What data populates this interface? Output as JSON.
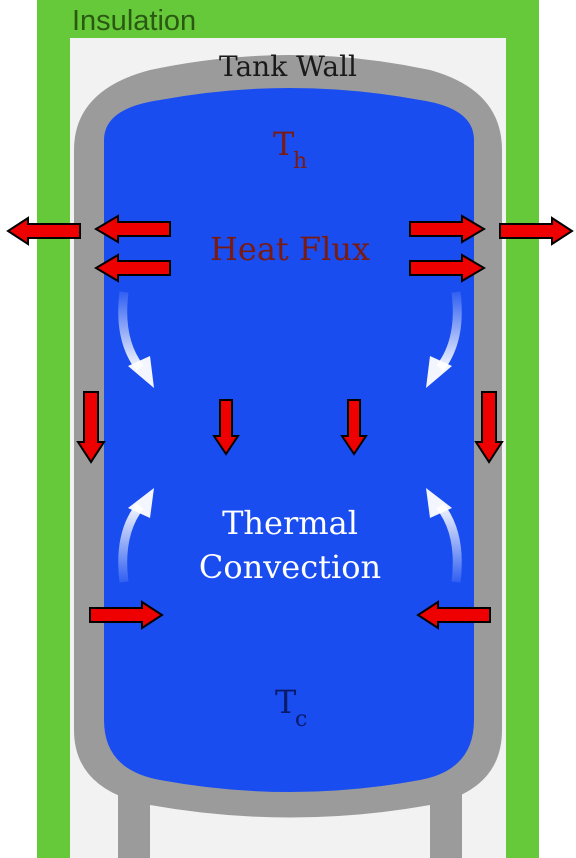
{
  "labels": {
    "insulation": "Insulation",
    "tank_wall": "Tank Wall",
    "t_hot_main": "T",
    "t_hot_sub": "h",
    "heat_flux": "Heat Flux",
    "thermal_convection_1": "Thermal",
    "thermal_convection_2": "Convection",
    "t_cold_main": "T",
    "t_cold_sub": "c"
  },
  "colors": {
    "insulation": "#66c93a",
    "tank_wall": "#9b9b9b",
    "background": "#f2f2f2",
    "hot": "#ff4a00",
    "cold": "#1a4df0",
    "arrow_fill": "#ee0000",
    "arrow_stroke": "#000000",
    "label_hot": "#7a1a10",
    "label_cold": "#ffffff",
    "label_cold_t": "#0a1a6a"
  },
  "icons": {
    "flux_arrow": "red-arrow-icon",
    "convection_arrow": "curved-white-arrow-icon"
  }
}
